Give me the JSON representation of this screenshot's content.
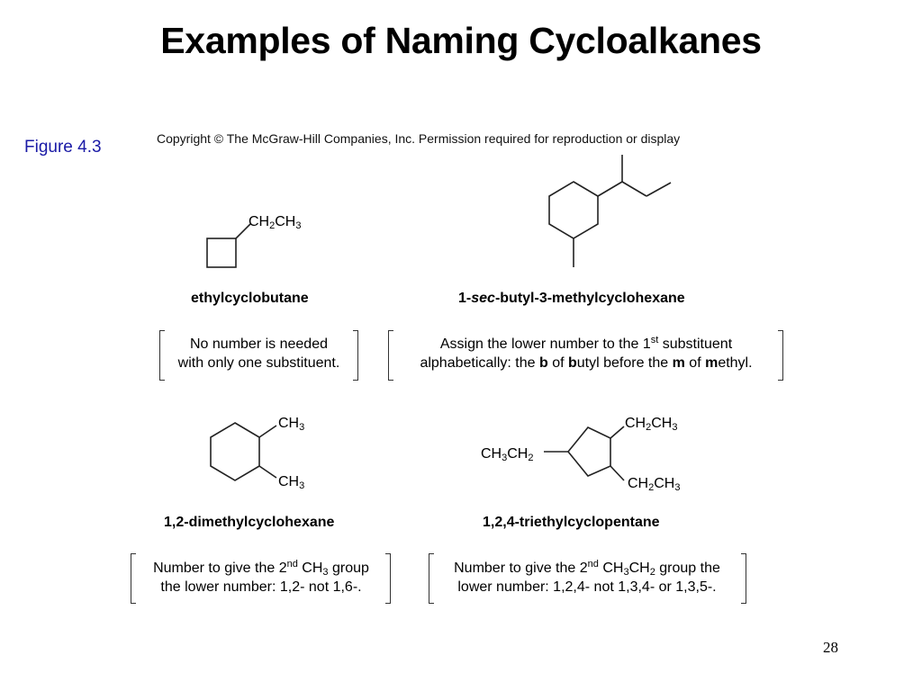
{
  "slide": {
    "title": "Examples of Naming Cycloalkanes",
    "figure_label": "Figure 4.3",
    "copyright": "Copyright © The McGraw-Hill Companies, Inc. Permission required for reproduction or display",
    "page_number": "28"
  },
  "examples": {
    "ethylcyclobutane": {
      "substituent": {
        "a": "CH",
        "b": "2",
        "c": "CH",
        "d": "3"
      },
      "name": "ethylcyclobutane",
      "note_line1": "No number is needed",
      "note_line2": "with only one substituent."
    },
    "secbutyl": {
      "name_prefix": "1-",
      "name_italic": "sec",
      "name_suffix": "-butyl-3-methylcyclohexane",
      "note_line1_a": "Assign the lower number to the 1",
      "note_line1_sup": "st",
      "note_line1_b": " substituent",
      "note_line2_a": "alphabetically: the ",
      "note_line2_b1": "b",
      "note_line2_c": " of ",
      "note_line2_b2": "b",
      "note_line2_d": "utyl before the ",
      "note_line2_m1": "m",
      "note_line2_e": " of ",
      "note_line2_m2": "m",
      "note_line2_f": "ethyl."
    },
    "dimethyl": {
      "ch3_top": {
        "a": "CH",
        "b": "3"
      },
      "ch3_bottom": {
        "a": "CH",
        "b": "3"
      },
      "name": "1,2-dimethylcyclohexane",
      "note_line1_a": "Number to give the 2",
      "note_line1_sup": "nd",
      "note_line1_b": " CH",
      "note_line1_sub": "3",
      "note_line1_c": " group",
      "note_line2": "the lower number: 1,2- not 1,6-."
    },
    "triethyl": {
      "top": {
        "a": "CH",
        "b": "2",
        "c": "CH",
        "d": "3"
      },
      "left": {
        "a": "CH",
        "b": "3",
        "c": "CH",
        "d": "2"
      },
      "bottom": {
        "a": "CH",
        "b": "2",
        "c": "CH",
        "d": "3"
      },
      "name": "1,2,4-triethylcyclopentane",
      "note_line1_a": "Number to give the 2",
      "note_line1_sup": "nd",
      "note_line1_b": " CH",
      "note_line1_sub1": "3",
      "note_line1_c": "CH",
      "note_line1_sub2": "2",
      "note_line1_d": " group the",
      "note_line2": "lower number: 1,2,4- not 1,3,4- or 1,3,5-."
    }
  }
}
